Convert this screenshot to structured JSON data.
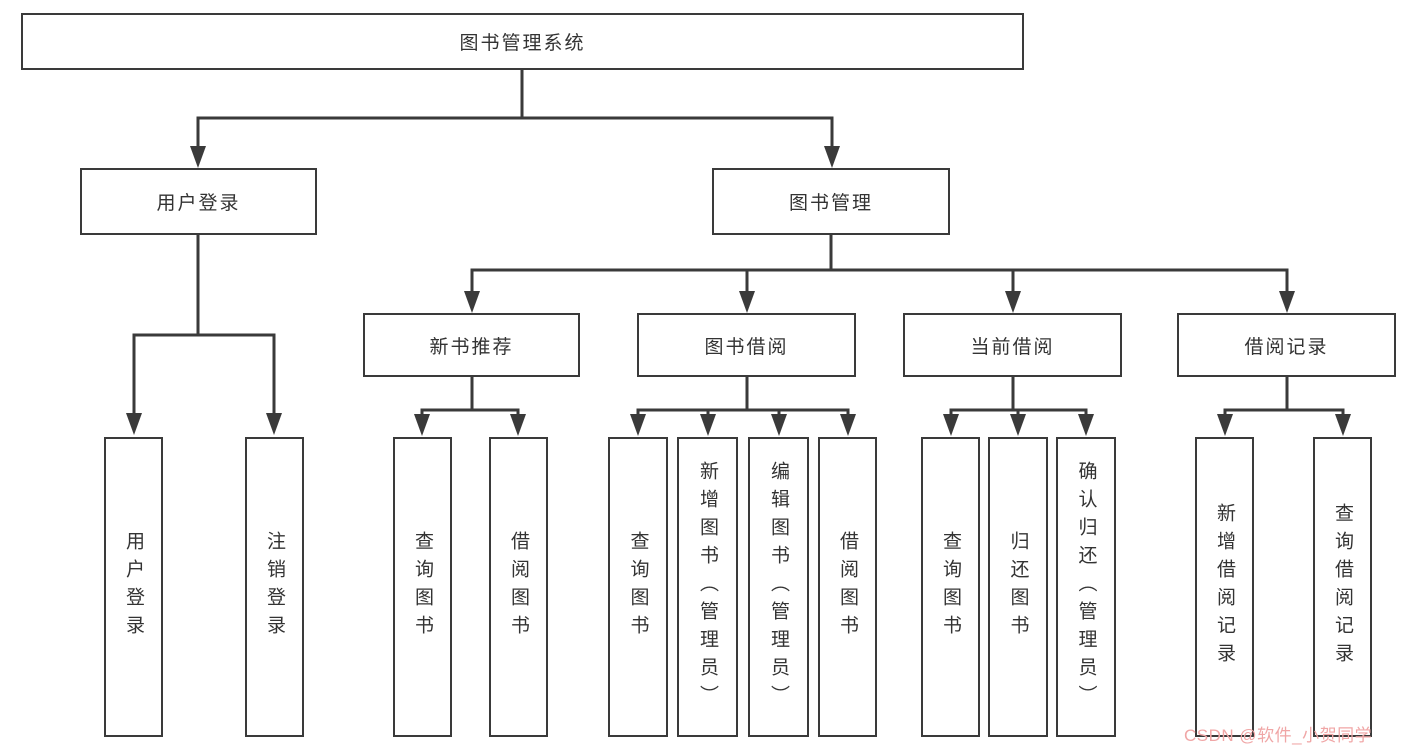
{
  "diagram": {
    "root": {
      "label": "图书管理系统"
    },
    "branches": [
      {
        "label": "用户登录",
        "leaves": [
          {
            "label": "用户登录"
          },
          {
            "label": "注销登录"
          }
        ]
      },
      {
        "label": "图书管理",
        "groups": [
          {
            "label": "新书推荐",
            "leaves": [
              {
                "label": "查询图书"
              },
              {
                "label": "借阅图书"
              }
            ]
          },
          {
            "label": "图书借阅",
            "leaves": [
              {
                "label": "查询图书"
              },
              {
                "label": "新增图书（管理员）"
              },
              {
                "label": "编辑图书（管理员）"
              },
              {
                "label": "借阅图书"
              }
            ]
          },
          {
            "label": "当前借阅",
            "leaves": [
              {
                "label": "查询图书"
              },
              {
                "label": "归还图书"
              },
              {
                "label": "确认归还（管理员）"
              }
            ]
          },
          {
            "label": "借阅记录",
            "leaves": [
              {
                "label": "新增借阅记录"
              },
              {
                "label": "查询借阅记录"
              }
            ]
          }
        ]
      }
    ]
  },
  "watermark": {
    "text": "CSDN @软件_小贺同学"
  },
  "colors": {
    "line": "#3a3a3a",
    "text": "#333333",
    "watermark": "#f0a6a6",
    "background": "#ffffff"
  }
}
